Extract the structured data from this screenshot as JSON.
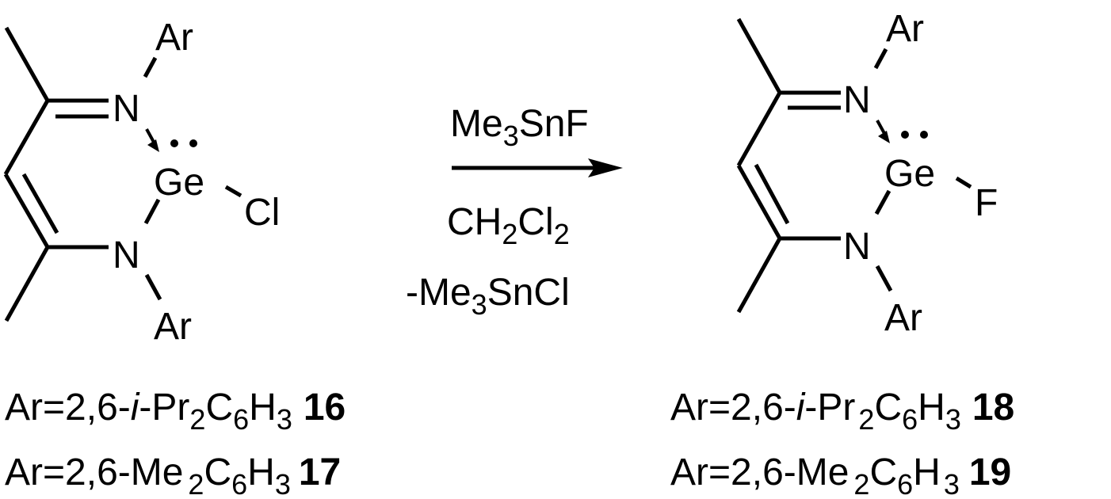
{
  "scheme": {
    "reactant": {
      "atoms": {
        "n_top": "N",
        "n_bottom": "N",
        "ar_top": "Ar",
        "ar_bottom": "Ar",
        "metal": "Ge",
        "halide": "Cl"
      },
      "labels": [
        {
          "prefix": "Ar=2,6-",
          "italic": "i",
          "mid": "-Pr",
          "s1": "2",
          "c": "C",
          "s2": "6",
          "h": "H",
          "s3": "3",
          "number": "16"
        },
        {
          "prefix": "Ar=2,6-Me",
          "s1": "2",
          "c": "C",
          "s2": "6",
          "h": "H",
          "s3": "3",
          "number": "17"
        }
      ]
    },
    "conditions": {
      "reagent": {
        "a": "Me",
        "s": "3",
        "b": "SnF"
      },
      "solvent": {
        "a": "CH",
        "s1": "2",
        "b": "Cl",
        "s2": "2"
      },
      "byproduct": {
        "a": "-Me",
        "s": "3",
        "b": "SnCl"
      }
    },
    "product": {
      "atoms": {
        "n_top": "N",
        "n_bottom": "N",
        "ar_top": "Ar",
        "ar_bottom": "Ar",
        "metal": "Ge",
        "halide": "F"
      },
      "labels": [
        {
          "prefix": "Ar=2,6-",
          "italic": "i",
          "mid": "-Pr",
          "s1": "2",
          "c": "C",
          "s2": "6",
          "h": "H",
          "s3": "3",
          "number": "18"
        },
        {
          "prefix": "Ar=2,6-Me",
          "s1": "2",
          "c": "C",
          "s2": "6",
          "h": "H",
          "s3": "3",
          "number": "19"
        }
      ]
    }
  }
}
